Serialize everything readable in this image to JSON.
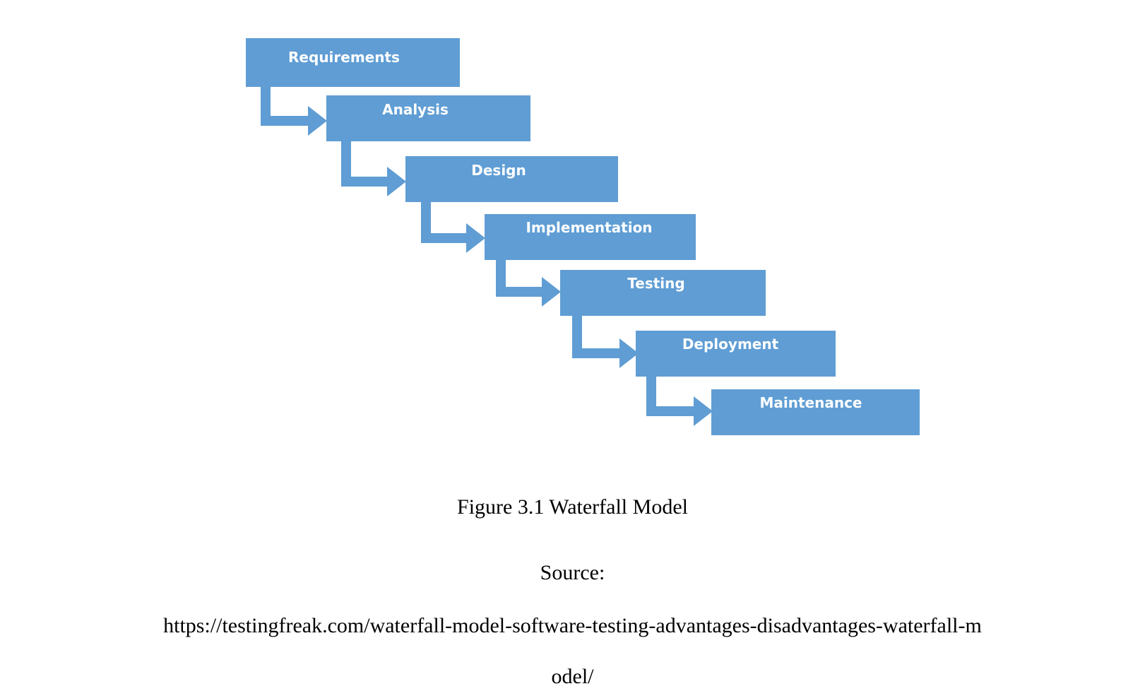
{
  "diagram": {
    "colors": {
      "box_fill": "#5f9dd4",
      "arrow_fill": "#5f9dd4",
      "label_text": "#ffffff"
    },
    "stages": [
      {
        "label": "Requirements"
      },
      {
        "label": "Analysis"
      },
      {
        "label": "Design"
      },
      {
        "label": "Implementation"
      },
      {
        "label": "Testing"
      },
      {
        "label": "Deployment"
      },
      {
        "label": "Maintenance"
      }
    ]
  },
  "caption": {
    "figure": "Figure 3.1 Waterfall Model",
    "source_label": "Source:",
    "source_url_line1": "https://testingfreak.com/waterfall-model-software-testing-advantages-disadvantages-waterfall-m",
    "source_url_line2": "odel/"
  }
}
